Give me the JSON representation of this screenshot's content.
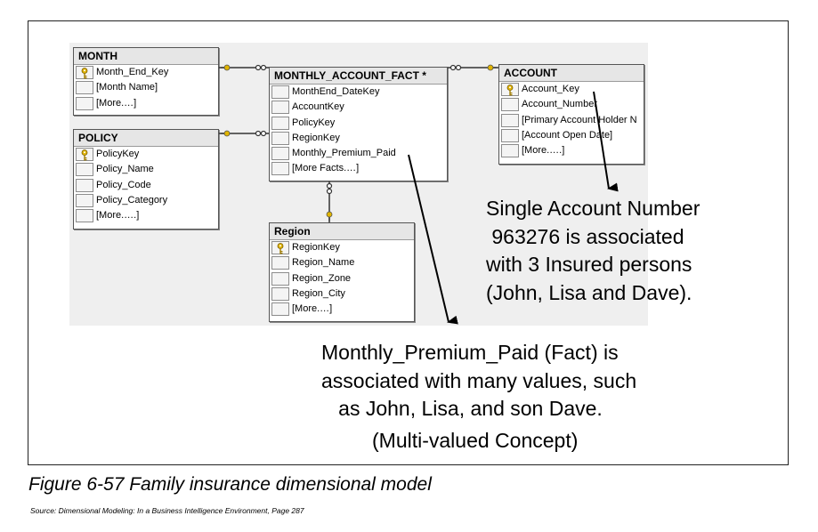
{
  "tables": {
    "month": {
      "title": "MONTH",
      "rows": [
        "Month_End_Key",
        "[Month Name]",
        "[More.…]"
      ]
    },
    "policy": {
      "title": "POLICY",
      "rows": [
        "PolicyKey",
        "Policy_Name",
        "Policy_Code",
        "Policy_Category",
        "[More.….]"
      ]
    },
    "fact": {
      "title": "MONTHLY_ACCOUNT_FACT *",
      "rows": [
        "MonthEnd_DateKey",
        "AccountKey",
        "PolicyKey",
        "RegionKey",
        "Monthly_Premium_Paid",
        "[More Facts.…]"
      ]
    },
    "region": {
      "title": "Region",
      "rows": [
        "RegionKey",
        "Region_Name",
        "Region_Zone",
        "Region_City",
        "[More.…]"
      ]
    },
    "account": {
      "title": "ACCOUNT",
      "rows": [
        "Account_Key",
        "Account_Number",
        "[Primary Account Holder N",
        "[Account Open Date]",
        "[More.….]"
      ]
    }
  },
  "notes": {
    "account_note": "Single Account Number\n 963276 is associated\nwith 3 Insured persons\n(John, Lisa and Dave).",
    "fact_note_1": "Monthly_Premium_Paid (Fact) is\nassociated with many values, such\n   as John, Lisa, and son Dave.",
    "fact_note_2": "(Multi-valued Concept)"
  },
  "caption": "Figure 6-57   Family insurance dimensional model",
  "source": "Source: Dimensional Modeling: In a Business Intelligence Environment, Page 287",
  "icons": {
    "primary_key": "key-icon",
    "relationship_end": "key-connector-icon",
    "many_end": "infinity-connector-icon"
  },
  "colors": {
    "key_icon": "#e0b400",
    "header_bg": "#e6e6e6",
    "canvas_bg": "#efefef"
  }
}
